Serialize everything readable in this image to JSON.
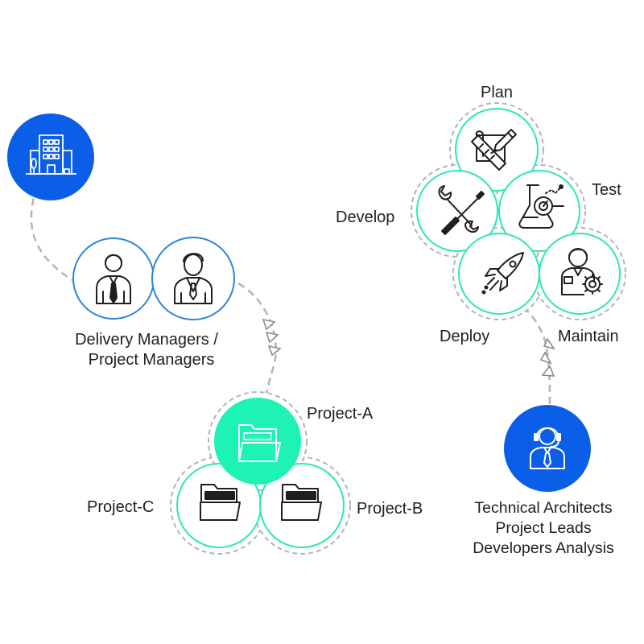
{
  "colors": {
    "blue": "#0b5ee8",
    "circle_blue_border": "#2e86d6",
    "teal": "#1ef2b4",
    "teal_border": "#2ee6b7",
    "dash_gray": "#b4b4b4",
    "icon_dark": "#1f1f1f",
    "text": "#1f1f1f",
    "white": "#ffffff"
  },
  "managers": {
    "icon": "building-icon",
    "label_line1": "Delivery Managers /",
    "label_line2": "Project Managers",
    "people_icons": [
      "manager-male-icon",
      "manager-suited-icon"
    ]
  },
  "projects": {
    "a": {
      "label": "Project-A",
      "icon": "open-folder-icon"
    },
    "b": {
      "label": "Project-B",
      "icon": "folder-icon"
    },
    "c": {
      "label": "Project-C",
      "icon": "folder-icon"
    }
  },
  "lifecycle": {
    "plan": {
      "label": "Plan",
      "icon": "blueprint-pencil-icon"
    },
    "develop": {
      "label": "Develop",
      "icon": "tools-icon"
    },
    "test": {
      "label": "Test",
      "icon": "flask-gauge-icon"
    },
    "deploy": {
      "label": "Deploy",
      "icon": "rocket-icon"
    },
    "maintain": {
      "label": "Maintain",
      "icon": "engineer-gear-icon"
    }
  },
  "team": {
    "icon": "developer-headset-icon",
    "line1": "Technical Architects",
    "line2": "Project Leads",
    "line3": "Developers Analysis"
  }
}
